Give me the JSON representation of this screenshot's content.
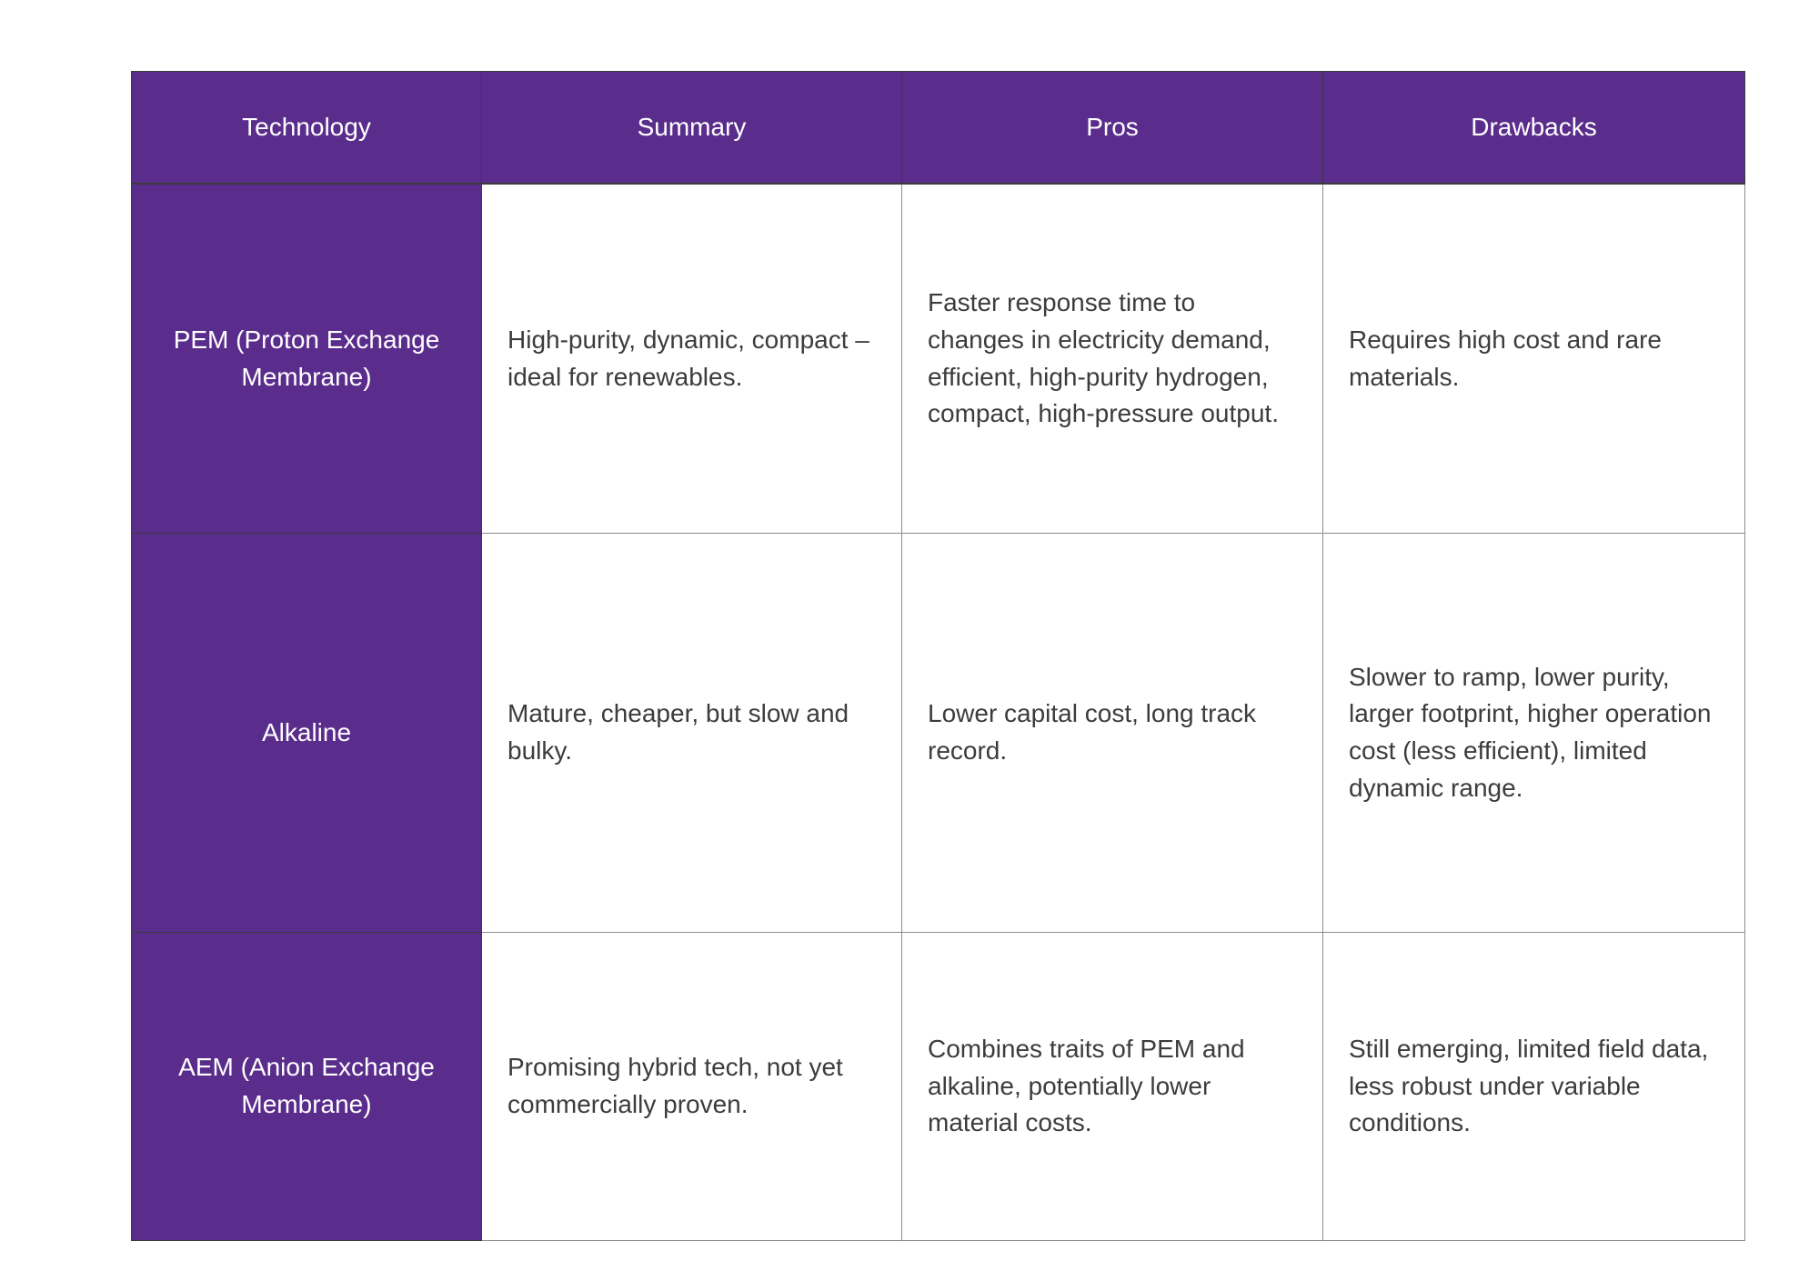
{
  "table": {
    "columns": [
      {
        "key": "technology",
        "label": "Technology"
      },
      {
        "key": "summary",
        "label": "Summary"
      },
      {
        "key": "pros",
        "label": "Pros"
      },
      {
        "key": "drawbacks",
        "label": "Drawbacks"
      }
    ],
    "rows": [
      {
        "technology": "PEM (Proton Exchange Membrane)",
        "summary": "High-purity, dynamic, compact – ideal for renewables.",
        "pros": "Faster response time to changes in electricity demand, efficient, high-purity hydrogen, compact, high-pressure output.",
        "drawbacks": "Requires high cost and rare materials."
      },
      {
        "technology": "Alkaline",
        "summary": "Mature, cheaper, but slow and bulky.",
        "pros": "Lower capital cost, long track record.",
        "drawbacks": "Slower to ramp, lower purity, larger footprint, higher operation cost (less efficient), limited dynamic range."
      },
      {
        "technology": "AEM (Anion Exchange Membrane)",
        "summary": "Promising hybrid tech, not yet commercially proven.",
        "pros": "Combines traits of PEM and alkaline, potentially lower material costs.",
        "drawbacks": "Still emerging, limited field data, less robust under variable conditions."
      }
    ]
  },
  "colors": {
    "header_background": "#5A2D8C",
    "header_text": "#FFFFFF",
    "row_label_background": "#5A2D8C",
    "row_label_text": "#FFFFFF",
    "body_text": "#3C3C3C",
    "body_background": "#FFFFFF",
    "border": "#8D8D8D",
    "header_border": "#3B3B3B"
  }
}
